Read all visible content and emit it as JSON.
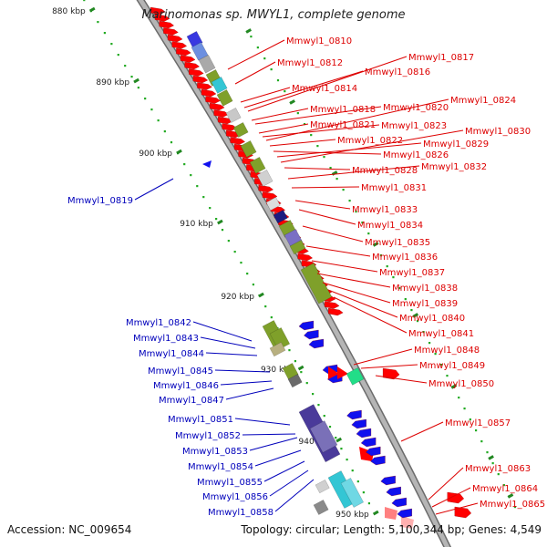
{
  "title": "Marinomonas sp. MWYL1, complete genome",
  "accession": "Accession: NC_009654",
  "topology_line": {
    "topology": "Topology: circular;",
    "length": "Length: 5,100,344 bp;",
    "genes": "Genes: 4,549"
  },
  "colors": {
    "backbone": "#999999",
    "forward_label": "#dd0000",
    "reverse_label": "#0000bb",
    "forward_gene": "#ff0000",
    "reverse_gene": "#1010ee",
    "tick_major": "#228822",
    "tick_dot": "#22aa22",
    "cog_green": "#7fa02a",
    "cog_cyan": "#33c6d4",
    "cog_purple": "#4a3a9a",
    "cog_gray": "#a9a9a9",
    "cog_blue": "#3838e0"
  },
  "scale_labels": [
    "880 kbp",
    "890 kbp",
    "900 kbp",
    "910 kbp",
    "920 kbp",
    "930 kbp",
    "940 kbp",
    "950 kbp"
  ],
  "forward_labels": [
    "Mmwyl1_0810",
    "Mmwyl1_0812",
    "Mmwyl1_0814",
    "Mmwyl1_0816",
    "Mmwyl1_0817",
    "Mmwyl1_0818",
    "Mmwyl1_0820",
    "Mmwyl1_0821",
    "Mmwyl1_0823",
    "Mmwyl1_0824",
    "Mmwyl1_0822",
    "Mmwyl1_0826",
    "Mmwyl1_0829",
    "Mmwyl1_0830",
    "Mmwyl1_0828",
    "Mmwyl1_0832",
    "Mmwyl1_0831",
    "Mmwyl1_0833",
    "Mmwyl1_0834",
    "Mmwyl1_0835",
    "Mmwyl1_0836",
    "Mmwyl1_0837",
    "Mmwyl1_0838",
    "Mmwyl1_0839",
    "Mmwyl1_0840",
    "Mmwyl1_0841",
    "Mmwyl1_0848",
    "Mmwyl1_0849",
    "Mmwyl1_0850",
    "Mmwyl1_0857",
    "Mmwyl1_0863",
    "Mmwyl1_0864",
    "Mmwyl1_0865"
  ],
  "reverse_labels": [
    "Mmwyl1_0819",
    "Mmwyl1_0842",
    "Mmwyl1_0843",
    "Mmwyl1_0844",
    "Mmwyl1_0845",
    "Mmwyl1_0846",
    "Mmwyl1_0847",
    "Mmwyl1_0851",
    "Mmwyl1_0852",
    "Mmwyl1_0853",
    "Mmwyl1_0854",
    "Mmwyl1_0855",
    "Mmwyl1_0856",
    "Mmwyl1_0858"
  ]
}
